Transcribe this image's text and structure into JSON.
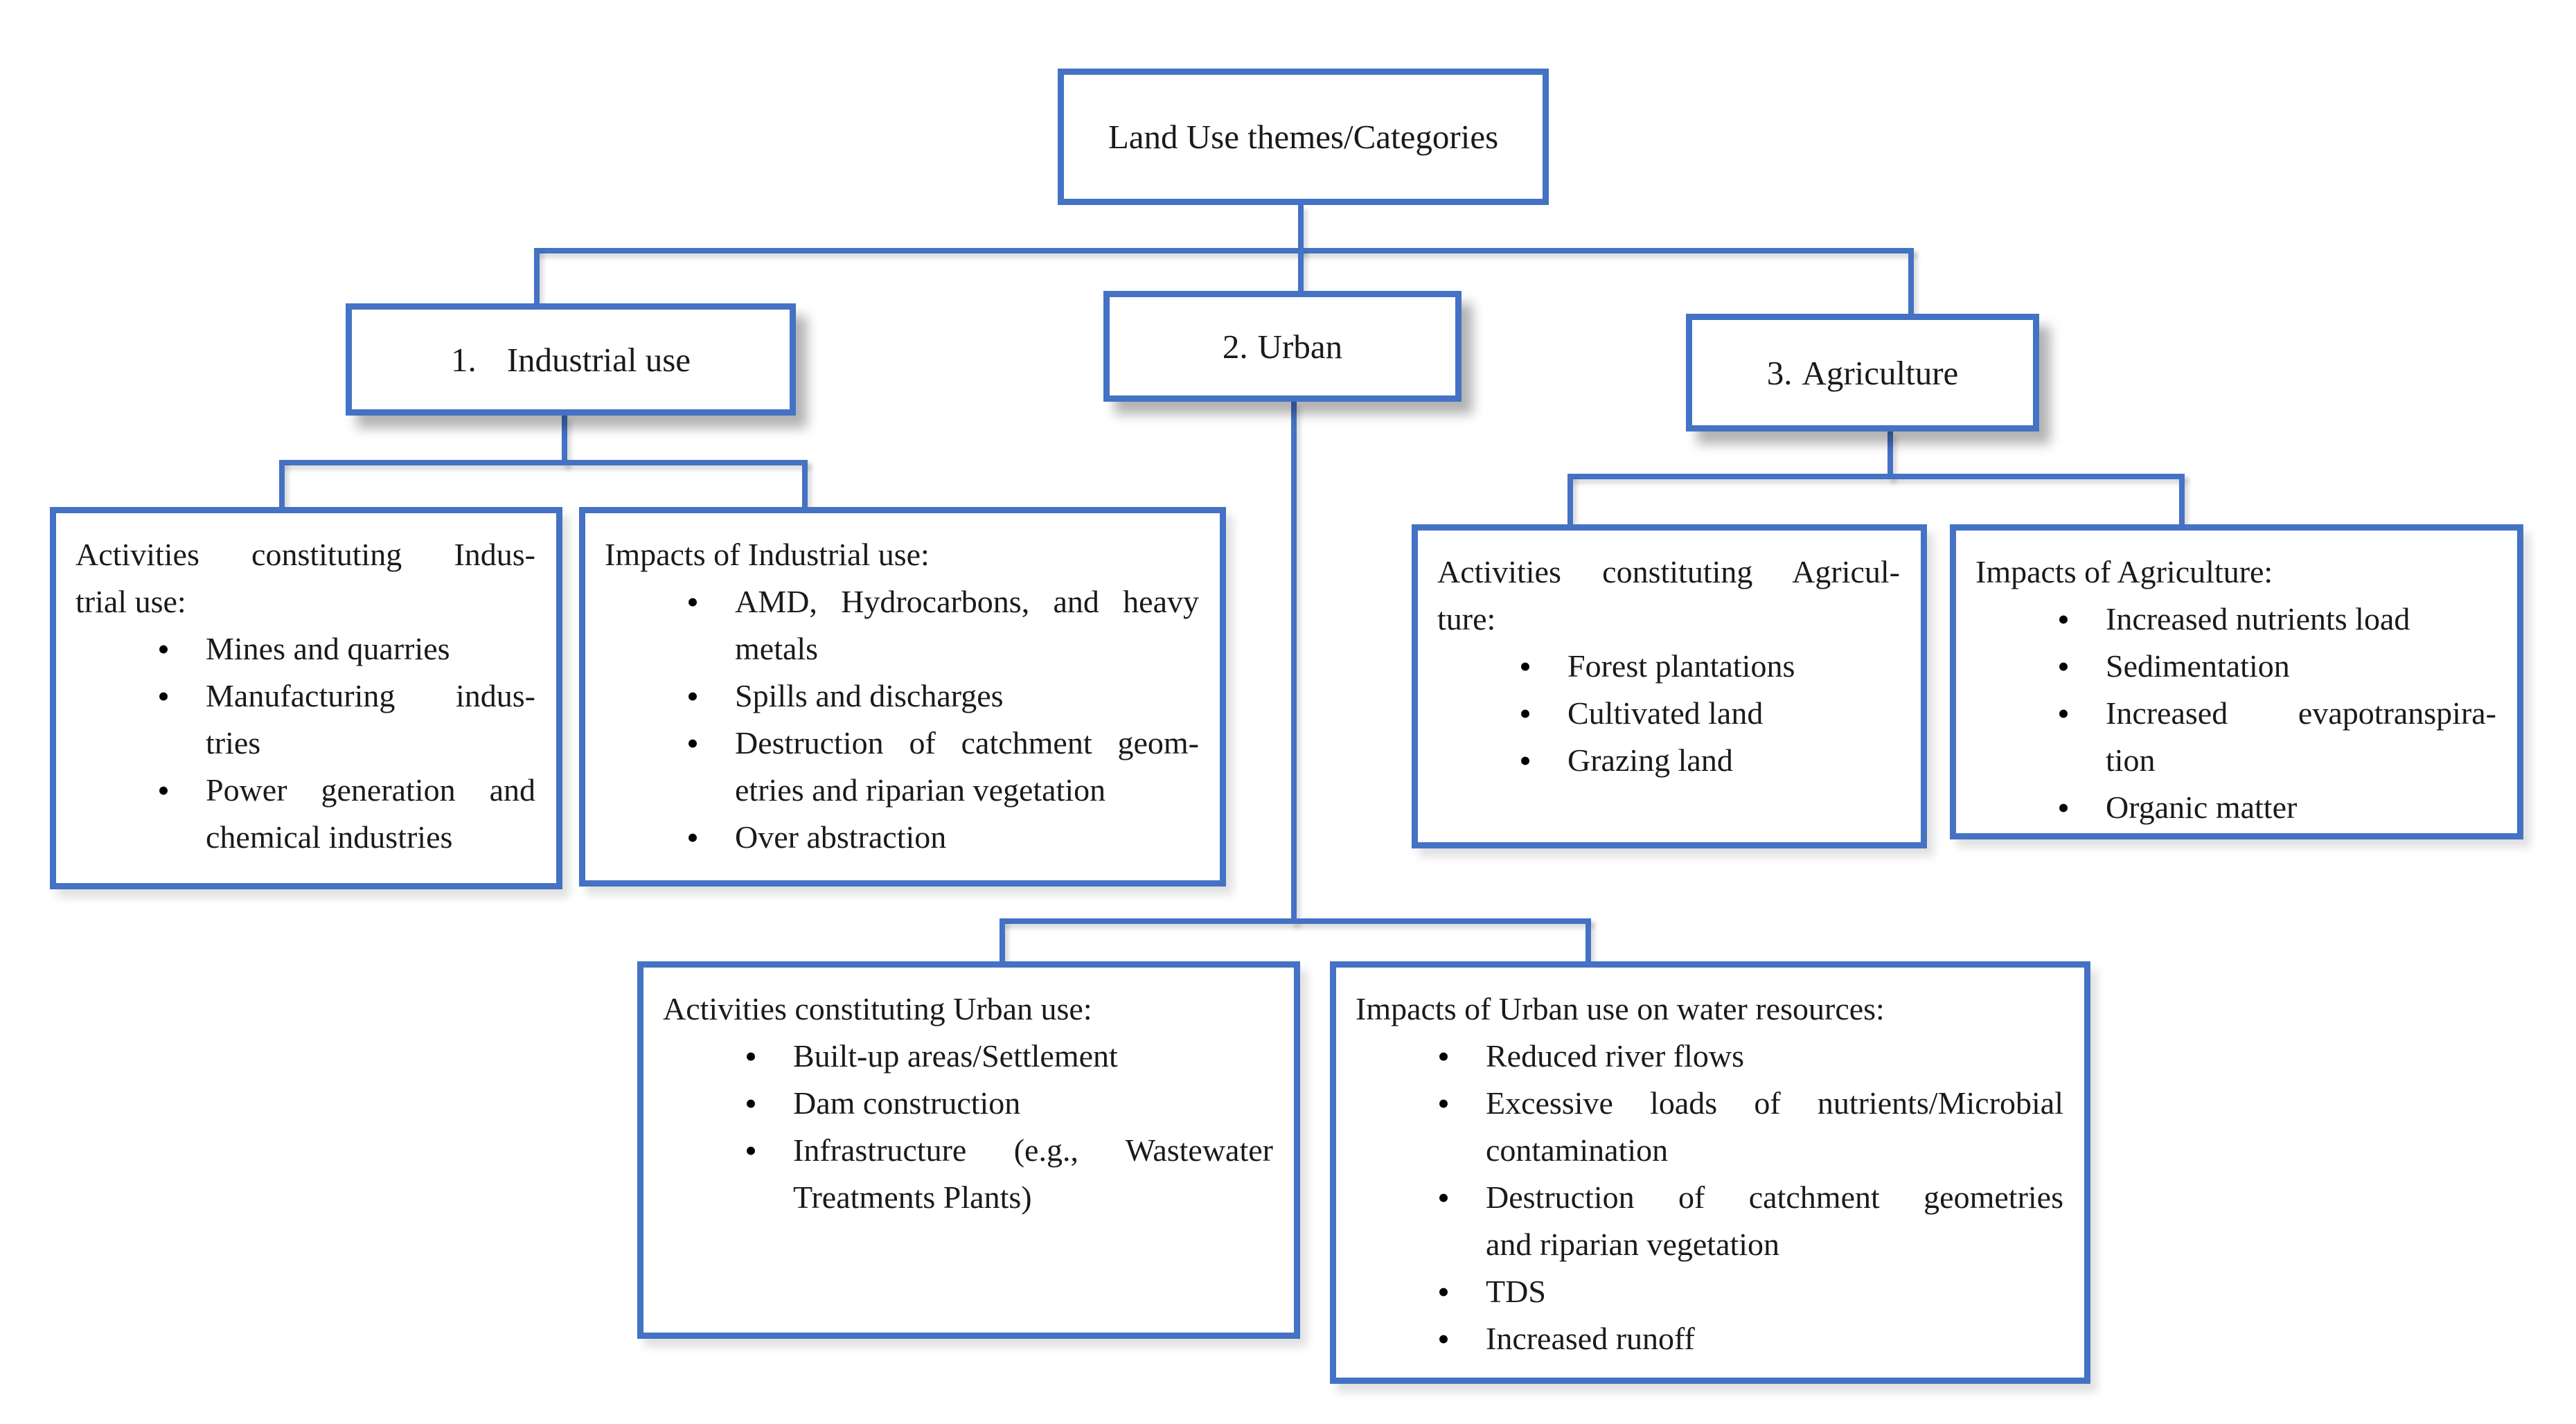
{
  "colors": {
    "box_border": "#4472C4",
    "connector": "#4472C4",
    "text": "#1A1A1A",
    "background": "#FFFFFF"
  },
  "glyphs": {
    "bullet": "•"
  },
  "root": {
    "label": "Land Use themes/Categories"
  },
  "categories": [
    {
      "number": "1.",
      "label": "Industrial use"
    },
    {
      "number": "2.",
      "label": "Urban"
    },
    {
      "number": "3.",
      "label": "Agriculture"
    }
  ],
  "boxes": {
    "industrial_activities": {
      "header": [
        "Activities constituting Indus-",
        "trial use:"
      ],
      "items": [
        [
          "Mines and quarries"
        ],
        [
          "Manufacturing indus-",
          "tries"
        ],
        [
          "Power generation and",
          "chemical industries"
        ]
      ]
    },
    "industrial_impacts": {
      "header": [
        "Impacts of Industrial use:"
      ],
      "items": [
        [
          "AMD, Hydrocarbons, and heavy",
          "metals"
        ],
        [
          "Spills and discharges"
        ],
        [
          "Destruction of catchment geom-",
          "etries and riparian vegetation"
        ],
        [
          "Over abstraction"
        ]
      ]
    },
    "agriculture_activities": {
      "header": [
        "Activities constituting Agricul-",
        "ture:"
      ],
      "items": [
        [
          "Forest plantations"
        ],
        [
          "Cultivated land"
        ],
        [
          "Grazing land"
        ]
      ]
    },
    "agriculture_impacts": {
      "header": [
        "Impacts of Agriculture:"
      ],
      "items": [
        [
          "Increased nutrients load"
        ],
        [
          "Sedimentation"
        ],
        [
          "Increased evapotranspira-",
          "tion"
        ],
        [
          "Organic matter"
        ]
      ]
    },
    "urban_activities": {
      "header": [
        "Activities constituting Urban use:"
      ],
      "items": [
        [
          "Built-up areas/Settlement"
        ],
        [
          "Dam construction"
        ],
        [
          "Infrastructure (e.g., Wastewater",
          "Treatments Plants)"
        ]
      ]
    },
    "urban_impacts": {
      "header": [
        "Impacts of Urban use on water resources:"
      ],
      "items": [
        [
          "Reduced river flows"
        ],
        [
          "Excessive loads of nutrients/Microbial",
          "contamination"
        ],
        [
          "Destruction of catchment geometries",
          "and riparian vegetation"
        ],
        [
          "TDS"
        ],
        [
          "Increased runoff"
        ]
      ]
    }
  }
}
